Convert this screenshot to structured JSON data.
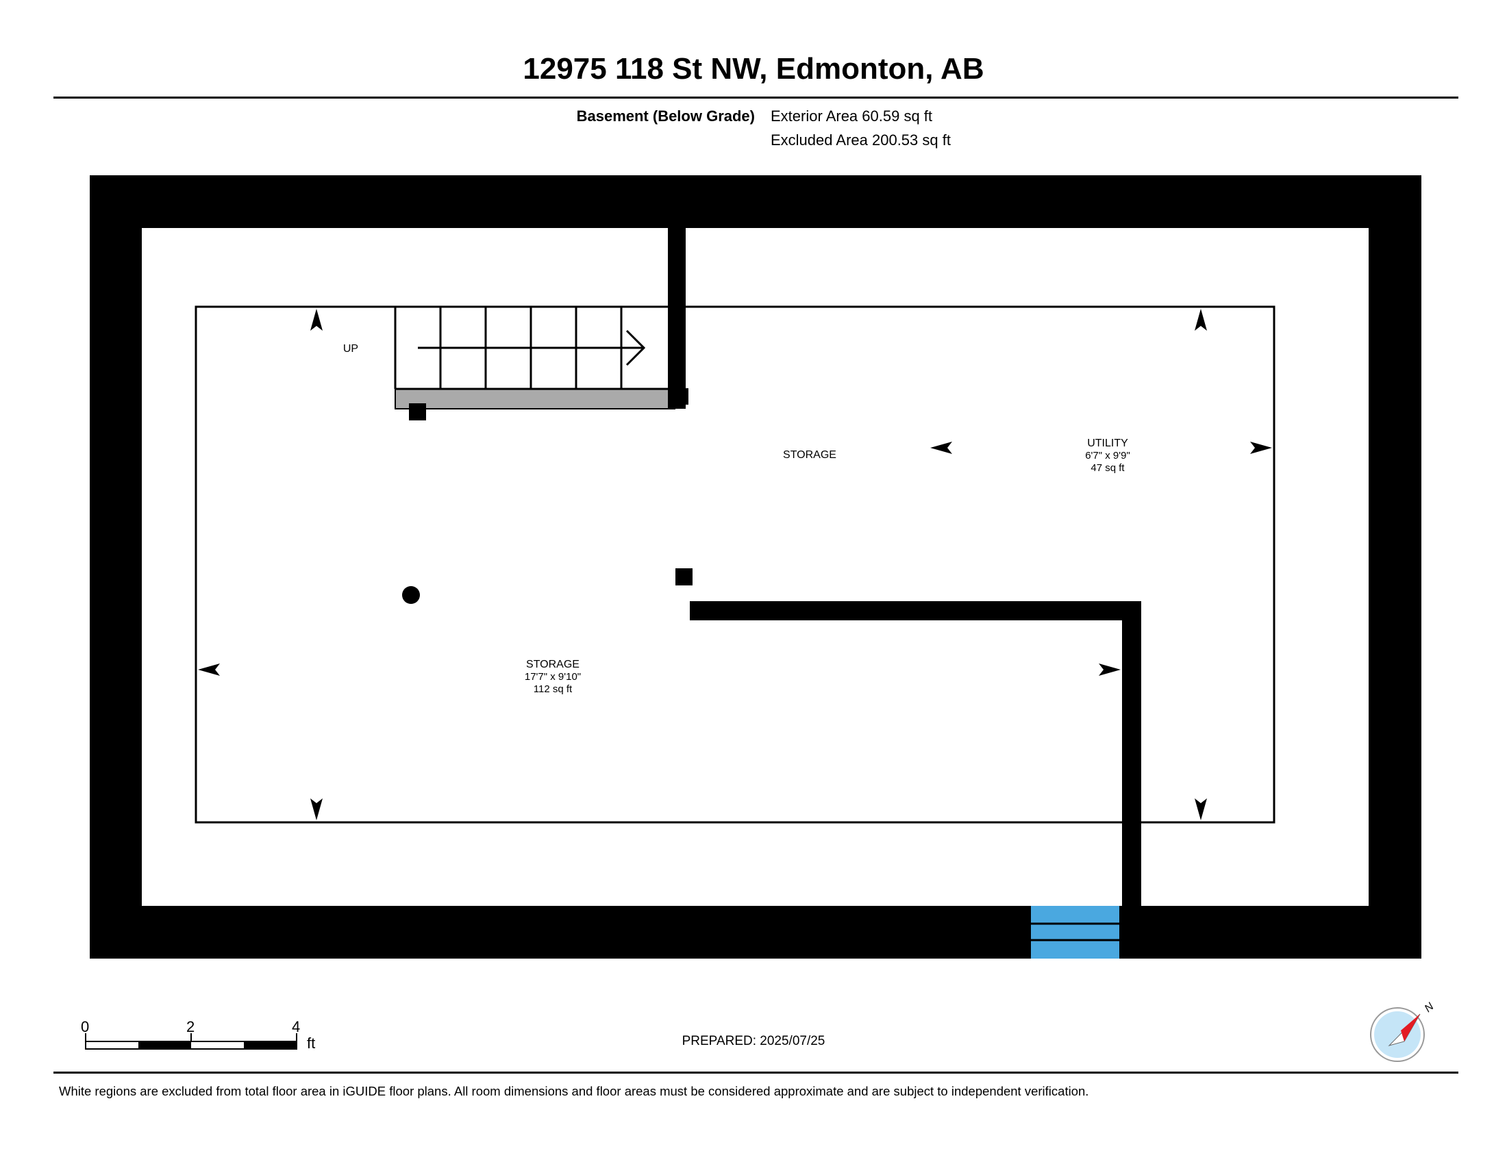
{
  "header": {
    "title": "12975 118 St NW, Edmonton, AB",
    "level_label": "Basement (Below Grade)",
    "exterior_area": "Exterior Area 60.59 sq ft",
    "excluded_area": "Excluded Area 200.53 sq ft"
  },
  "plan": {
    "rooms": [
      {
        "name": "STORAGE",
        "dimensions": "17'7\" x 9'10\"",
        "area": "112 sq ft"
      },
      {
        "name": "STORAGE"
      },
      {
        "name": "UTILITY",
        "dimensions": "6'7\" x 9'9\"",
        "area": "47 sq ft"
      }
    ],
    "stair_label": "UP",
    "colors": {
      "wall": "#000000",
      "stair_landing": "#aaaaaa",
      "window": "#4aa8e0",
      "compass_needle": "#e31b23",
      "compass_face": "#c5e5f7"
    }
  },
  "scale_bar": {
    "ticks": [
      "0",
      "2",
      "4"
    ],
    "unit": "ft"
  },
  "compass": {
    "label": "N",
    "icon": "north-arrow-compass"
  },
  "prepared": "PREPARED: 2025/07/25",
  "footer": "White regions are excluded from total floor area in iGUIDE floor plans. All room dimensions and floor areas must be considered approximate and are subject to independent verification."
}
